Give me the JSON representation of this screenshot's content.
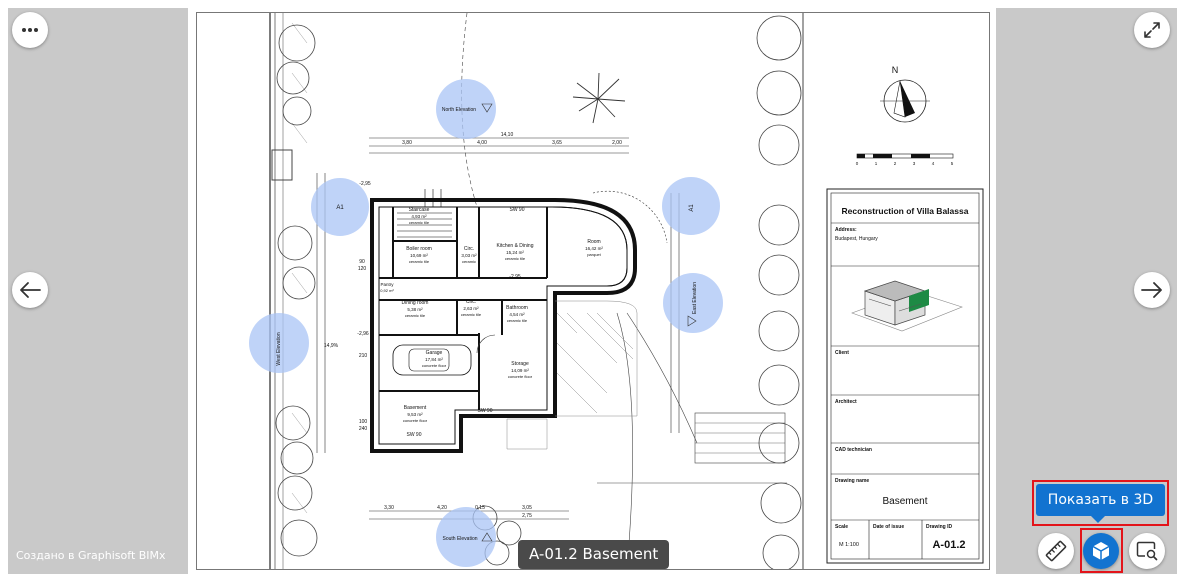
{
  "viewer": {
    "credit": "Создано в Graphisoft BIMx",
    "sheet_label": "A-01.2 Basement",
    "tooltip_3d": "Показать в 3D"
  },
  "icons": {
    "menu": "more-dots-icon",
    "prev": "arrow-left-icon",
    "next": "arrow-right-icon",
    "fullscreen": "expand-icon",
    "measure": "ruler-icon",
    "show3d": "cube-icon",
    "zoom": "screen-search-icon"
  },
  "colors": {
    "panel": "#c9c9c9",
    "accent": "#1273d0",
    "highlight": "#e3141a",
    "marker": "#a9c4f5"
  },
  "drawing": {
    "title_block": {
      "project": "Reconstruction of Villa Balassa",
      "address_label": "Address:",
      "address_value": "Budapest, Hungary",
      "client_label": "Client",
      "architect_label": "Architect",
      "cad_label": "CAD technician",
      "drawing_name_label": "Drawing name",
      "drawing_name": "Basement",
      "scale_label": "Scale",
      "scale_value": "M 1:100",
      "date_label": "Date of issue",
      "drawing_id_label": "Drawing ID",
      "drawing_id": "A-01.2"
    },
    "north": "N",
    "scale_ticks": [
      "0",
      "1",
      "2",
      "3",
      "4",
      "5"
    ],
    "elevations": {
      "north": "North Elevation",
      "south": "South Elevation",
      "east": "East Elevation",
      "west": "West Elevation",
      "section_a1": "A1"
    },
    "rooms": {
      "staircase": {
        "name": "Staircase",
        "area": "4,93 m²",
        "finish": "ceramic tile"
      },
      "boiler": {
        "name": "Boiler room",
        "area": "10,69 m²",
        "finish": "ceramic tile"
      },
      "circ1": {
        "name": "Circ.",
        "area": "3,03 m²",
        "finish": "ceramic"
      },
      "kitchen": {
        "name": "Kitchen & Dining",
        "area": "15,24 m²",
        "finish": "ceramic tile"
      },
      "room": {
        "name": "Room",
        "area": "16,42 m²",
        "finish": "parquet"
      },
      "pantry": {
        "name": "Pantry",
        "area": "0,92 m²",
        "finish": ""
      },
      "dining": {
        "name": "Dining room",
        "area": "5,38 m²",
        "finish": "ceramic tile"
      },
      "circ2": {
        "name": "Circ.",
        "area": "2,63 m²",
        "finish": "ceramic tile"
      },
      "bathroom": {
        "name": "Bathroom",
        "area": "4,54 m²",
        "finish": "ceramic tile"
      },
      "garage": {
        "name": "Garage",
        "area": "17,84 m²",
        "finish": "concrete floor"
      },
      "storage": {
        "name": "Storage",
        "area": "14,09 m²",
        "finish": "concrete floor"
      },
      "basement": {
        "name": "Basement",
        "area": "9,53 m²",
        "finish": "concrete floor"
      }
    },
    "dims": {
      "top_total": "14,10",
      "top_a": "3,80",
      "top_b": "4,00",
      "top_c": "3,65",
      "top_d": "2,00",
      "bot_a": "3,30",
      "bot_b": "4,20",
      "bot_c": "0,15",
      "bot_d": "3,05",
      "bot_e": "2,75",
      "sill": "SW 90",
      "lvl1": "-2,95",
      "lvl2": "-2,96",
      "lvl3": "-2,95",
      "small1": "90",
      "small2": "120",
      "small3": "210",
      "small4": "100",
      "small5": "240",
      "small6": "14,9%"
    }
  }
}
